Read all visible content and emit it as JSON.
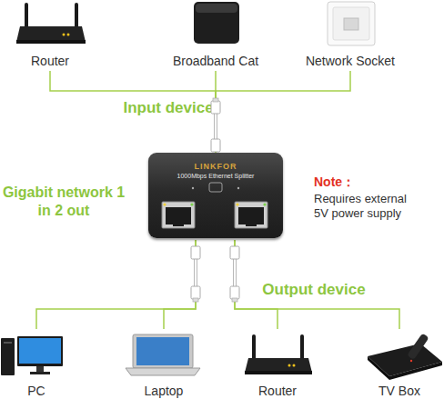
{
  "diagram": {
    "nodes": [
      {
        "text": [
          "Router"
        ]
      },
      {
        "text": [
          "Broadband Cat"
        ]
      },
      {
        "text": [
          "Network Socket"
        ]
      },
      {
        "text": [
          "LINKFOR",
          "1000Mbps Ethernet Splitter"
        ]
      },
      {
        "text": [
          "PC"
        ]
      },
      {
        "text": [
          "Laptop"
        ]
      },
      {
        "text": [
          "Router"
        ]
      },
      {
        "text": [
          "TV Box"
        ]
      }
    ],
    "edges": [
      {
        "from": 0,
        "to": 3,
        "arrow": "none"
      },
      {
        "from": 1,
        "to": 3,
        "arrow": "none"
      },
      {
        "from": 2,
        "to": 3,
        "arrow": "none"
      },
      {
        "from": 3,
        "to": 4,
        "arrow": "none"
      },
      {
        "from": 3,
        "to": 5,
        "arrow": "none"
      },
      {
        "from": 3,
        "to": 6,
        "arrow": "none"
      },
      {
        "from": 3,
        "to": 7,
        "arrow": "none"
      }
    ],
    "labels": [
      "Input device",
      "Gigabit network 1 in 2 out",
      "Note：",
      "Requires external 5V power supply",
      "Output device"
    ]
  }
}
